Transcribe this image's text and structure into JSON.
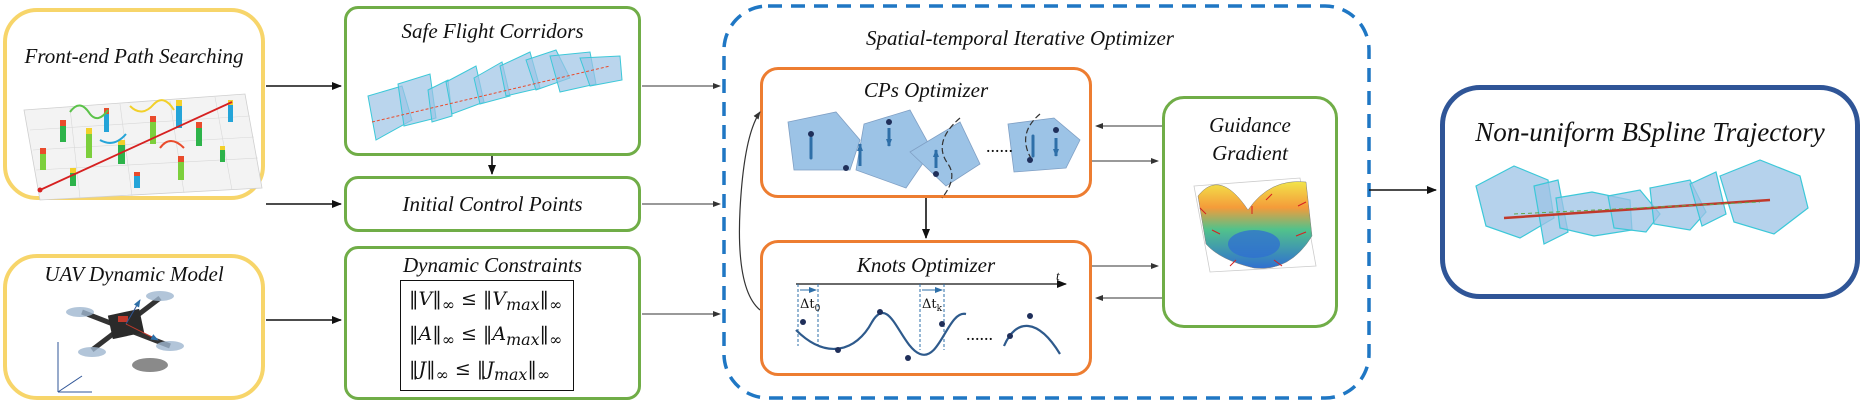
{
  "colors": {
    "yellow": "#f7d56a",
    "green": "#70ad47",
    "orange": "#ed7d31",
    "navy": "#2f5597",
    "dashed_blue": "#1f77c4",
    "polytope": "#9cc3e6",
    "cyan_edge": "#3cc8d8"
  },
  "frontend": {
    "title": "Front-end Path Searching"
  },
  "uav": {
    "title": "UAV Dynamic Model"
  },
  "sfc": {
    "title": "Safe Flight Corridors"
  },
  "icp": {
    "title": "Initial Control Points"
  },
  "dyn": {
    "title": "Dynamic Constraints",
    "constraints": [
      "‖V‖∞ ≤ ‖V_max‖∞",
      "‖A‖∞ ≤ ‖A_max‖∞",
      "‖J‖∞ ≤ ‖J_max‖∞"
    ],
    "constraint_parts": [
      {
        "sym": "V",
        "sub": "max",
        "norm": "∞"
      },
      {
        "sym": "A",
        "sub": "max",
        "norm": "∞"
      },
      {
        "sym": "J",
        "sub": "max",
        "norm": "∞"
      }
    ]
  },
  "optimizer": {
    "title": "Spatial-temporal Iterative Optimizer",
    "cps": {
      "title": "CPs Optimizer",
      "ellipsis": "......"
    },
    "knots": {
      "title": "Knots Optimizer",
      "t_label": "t",
      "dt0": "Δt",
      "dt0_sub": "0",
      "dtk": "Δt",
      "dtk_sub": "k",
      "ellipsis": "......"
    },
    "guidance": {
      "title_line1": "Guidance",
      "title_line2": "Gradient"
    }
  },
  "output": {
    "title": "Non-uniform BSpline Trajectory"
  }
}
